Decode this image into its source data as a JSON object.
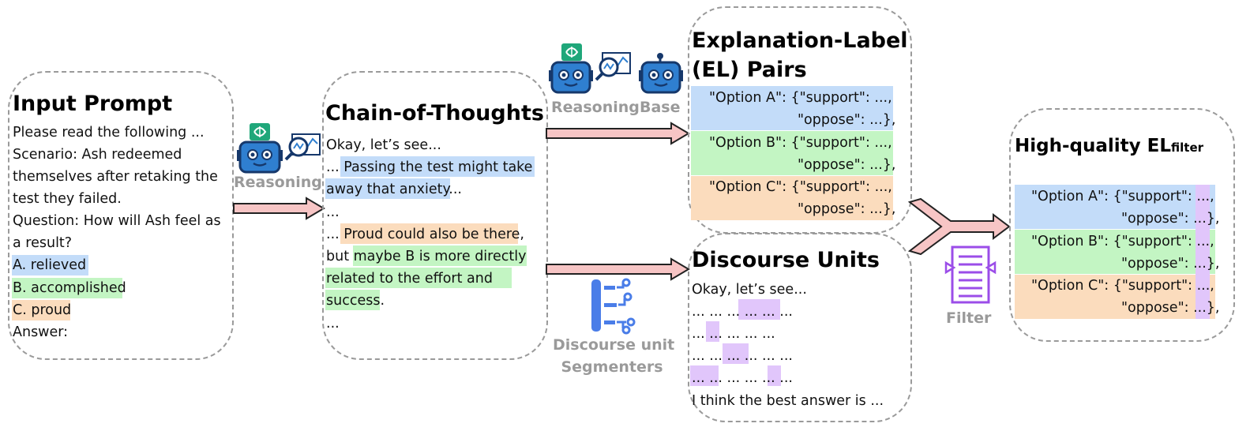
{
  "input_prompt": {
    "title": "Input Prompt",
    "lines": [
      "Please read the following ...",
      "Scenario: Ash redeemed",
      "themselves after retaking the",
      "test they failed.",
      "Question: How will Ash feel as",
      "a result?",
      "A. relieved",
      "B. accomplished",
      "C. proud",
      "Answer:"
    ]
  },
  "model_labels": {
    "reasoning_1": "Reasoning",
    "reasoning_2": "Reasoning",
    "base": "Base",
    "segmenter_line1": "Discourse unit",
    "segmenter_line2": "Segmenters",
    "filter": "Filter"
  },
  "cot": {
    "title": "Chain-of-Thoughts",
    "line1": "Okay, let’s see...",
    "line2": "... Passing the test might take",
    "line3": "away that anxiety...",
    "line4": "...",
    "line5": "... Proud could also be there,",
    "line6a": "but ",
    "line6b": "maybe B is more directly",
    "line7": "related to the effort and",
    "line8a": "success",
    "line8b": ".",
    "line9": "..."
  },
  "el_pairs": {
    "title_line1": "Explanation-Label",
    "title_line2": "(EL) Pairs",
    "rows": [
      "\"Option A\": {\"support\": ...,",
      "\"oppose\": ...},",
      "\"Option B\": {\"support\": ...,",
      "\"oppose\": ...},",
      "\"Option C\": {\"support\": ...,",
      "\"oppose\": ...},"
    ]
  },
  "discourse": {
    "title": "Discourse Units",
    "line1": "Okay, let’s see...",
    "rows": [
      "... ... ... ... ... ...",
      "... ... ... ... ...",
      "... ... ... ... ... ...",
      "... ... ... ... ... ..."
    ],
    "last": "I think the best answer is ..."
  },
  "hq": {
    "title": "High-quality EL",
    "subscript": "filter",
    "rows": [
      "\"Option A\": {\"support\": ...,",
      "\"oppose\": ...},",
      "\"Option B\": {\"support\": ...,",
      "\"oppose\": ...},",
      "\"Option C\": {\"support\": ...,",
      "\"oppose\": ...},"
    ]
  },
  "colors": {
    "blue": "#c3dcf9",
    "green": "#c3f5c3",
    "orange": "#fbdcbd",
    "purple": "#e1c6fb",
    "arrow_fill": "#f7c5c5",
    "robot": "#2f7fd0"
  },
  "icons": [
    "robot-icon",
    "brain-chip-icon",
    "chart-magnifier-icon",
    "segmenter-icon",
    "filter-icon"
  ]
}
